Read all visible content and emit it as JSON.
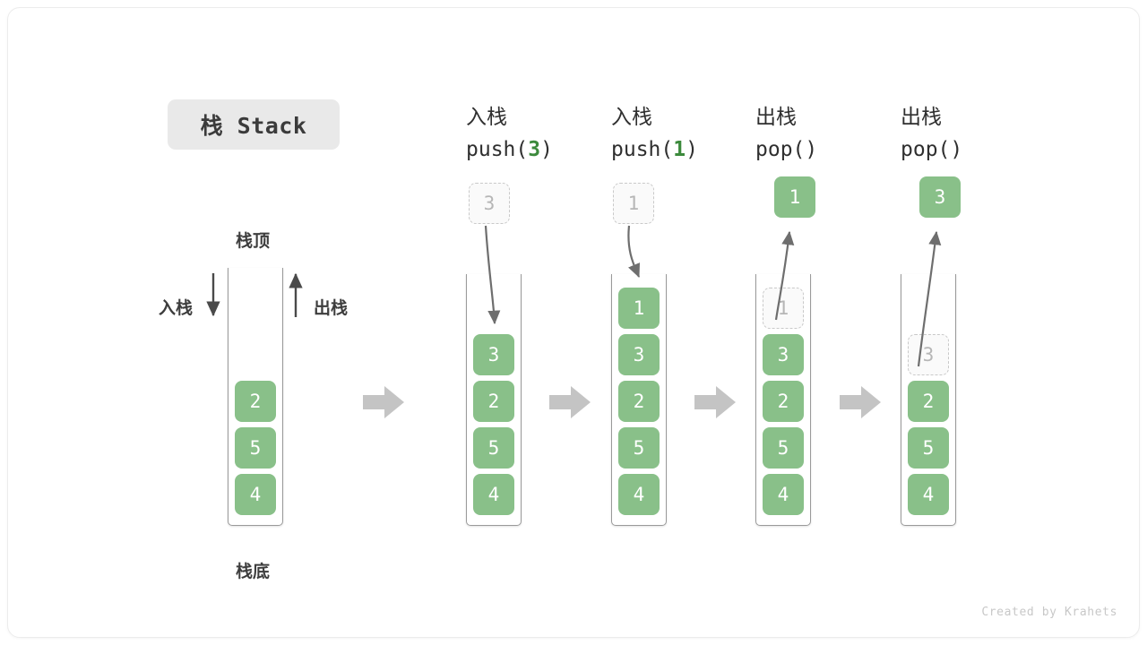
{
  "title": {
    "badge": "栈 Stack"
  },
  "credit": "Created by Krahets",
  "labels": {
    "top": "栈顶",
    "bottom": "栈底",
    "push": "入栈",
    "pop": "出栈"
  },
  "colors": {
    "box_green": "#89c089",
    "accent_green": "#3c8a3c",
    "ghost_border": "#c9c9c9",
    "ghost_text": "#b6b6b6",
    "container_line": "#9a9a9a",
    "step_arrow": "#c4c4c4",
    "badge_bg": "#e9e9e9",
    "text_dark": "#3d3d3d"
  },
  "steps": [
    {
      "id": "initial",
      "op_cn": "",
      "op_code": "",
      "stack": [
        "2",
        "5",
        "4"
      ],
      "incoming": null,
      "outgoing": null,
      "ghost_in_stack": null
    },
    {
      "id": "push-3",
      "op_cn": "入栈",
      "op_code_prefix": "push(",
      "op_code_value": "3",
      "op_code_suffix": ")",
      "stack": [
        "3",
        "2",
        "5",
        "4"
      ],
      "incoming": "3",
      "outgoing": null,
      "ghost_in_stack": null
    },
    {
      "id": "push-1",
      "op_cn": "入栈",
      "op_code_prefix": "push(",
      "op_code_value": "1",
      "op_code_suffix": ")",
      "stack": [
        "1",
        "3",
        "2",
        "5",
        "4"
      ],
      "incoming": "1",
      "outgoing": null,
      "ghost_in_stack": null
    },
    {
      "id": "pop-1",
      "op_cn": "出栈",
      "op_code_prefix": "pop(",
      "op_code_value": "",
      "op_code_suffix": ")",
      "stack": [
        "3",
        "2",
        "5",
        "4"
      ],
      "incoming": null,
      "outgoing": "1",
      "ghost_in_stack": "1"
    },
    {
      "id": "pop-3",
      "op_cn": "出栈",
      "op_code_prefix": "pop(",
      "op_code_value": "",
      "op_code_suffix": ")",
      "stack": [
        "2",
        "5",
        "4"
      ],
      "incoming": null,
      "outgoing": "3",
      "ghost_in_stack": "3"
    }
  ],
  "step_arrows": [
    "step-arrow-1",
    "step-arrow-2",
    "step-arrow-3",
    "step-arrow-4"
  ]
}
